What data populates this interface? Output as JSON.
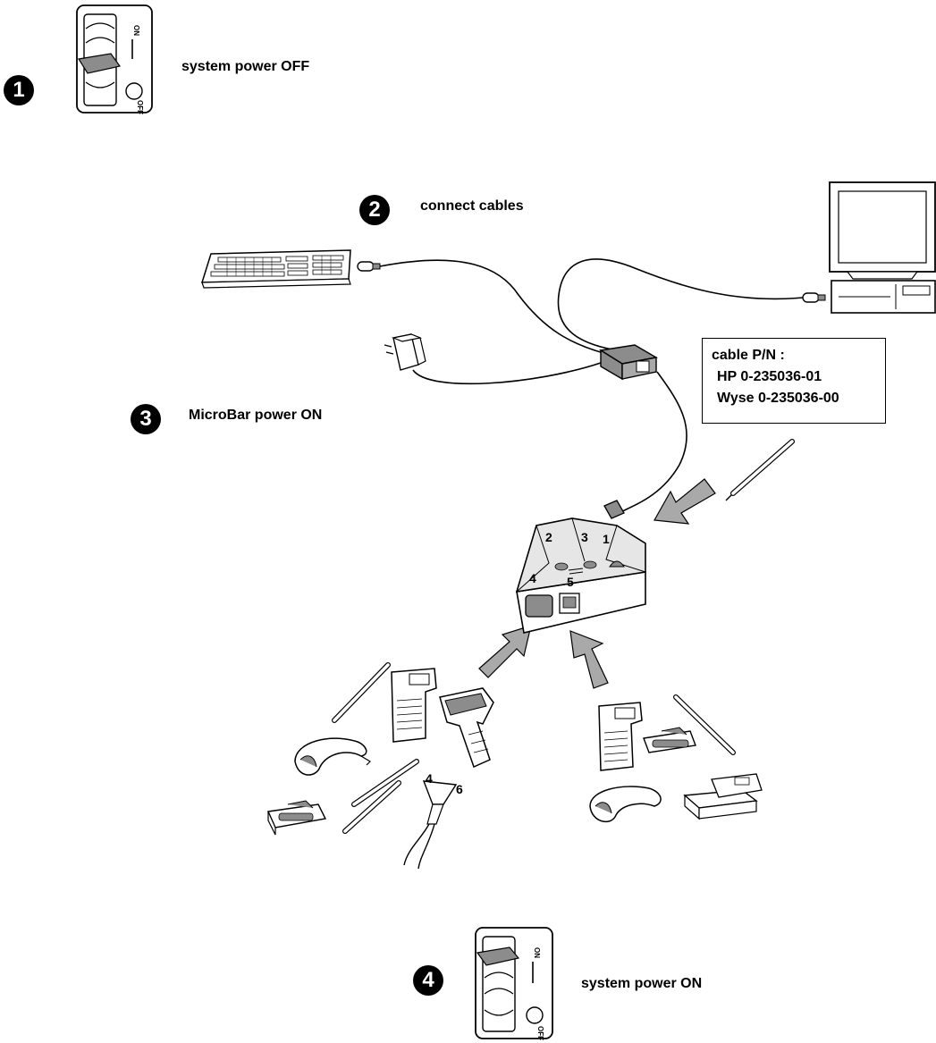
{
  "steps": [
    {
      "number": "1",
      "label": "system power OFF"
    },
    {
      "number": "2",
      "label": "connect cables"
    },
    {
      "number": "3",
      "label": "MicroBar power ON"
    },
    {
      "number": "4",
      "label": "system power ON"
    }
  ],
  "switch_labels": {
    "on": "ON",
    "off": "OFF"
  },
  "cable_box": {
    "title": "cable P/N :",
    "lines": [
      "HP 0-235036-01",
      "Wyse 0-235036-00"
    ]
  },
  "port_numbers": [
    "1",
    "2",
    "3",
    "4",
    "5"
  ],
  "cable_end_numbers": [
    "4",
    "6"
  ],
  "colors": {
    "arrow": "#a9a9a9",
    "device_shade": "#8c8c8c",
    "line": "#000000"
  }
}
